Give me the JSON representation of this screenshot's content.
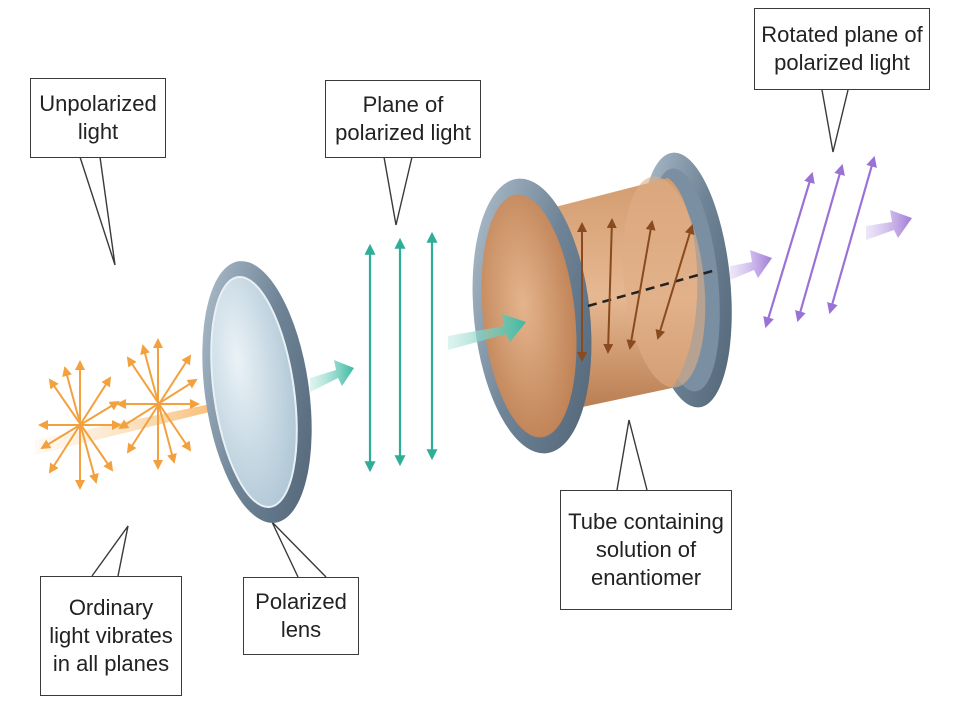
{
  "labels": {
    "unpolarized": [
      "Unpolarized",
      "light"
    ],
    "plane": [
      "Plane of",
      "polarized light"
    ],
    "rotated": [
      "Rotated plane of",
      "polarized light"
    ],
    "ordinary": [
      "Ordinary",
      "light vibrates",
      "in all planes"
    ],
    "lens": [
      "Polarized",
      "lens"
    ],
    "tube": [
      "Tube containing",
      "solution of",
      "enantiomer"
    ]
  },
  "colors": {
    "unpolarized_light": "#f4a94a",
    "polarized_light": "#3bb9a2",
    "rotated_light": "#a27ad6",
    "lens_rim": "#7f95a8",
    "lens_face": "#c9dbe6",
    "tube_body": "#c98f63",
    "tube_arrows": "#8a4a1f",
    "label_border": "#3a3a3a"
  }
}
